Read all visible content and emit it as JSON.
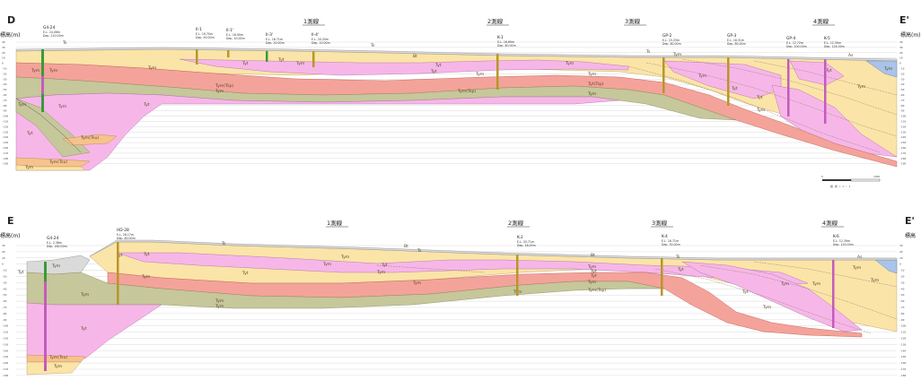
{
  "colors": {
    "yellow": "#fbe4a8",
    "pink": "#f6b7e8",
    "salmon": "#f4a39a",
    "olive": "#c6c79b",
    "gray": "#dadada",
    "blue": "#a9c4e8",
    "orange": "#f6c28d",
    "borehole_gold": "#b8962a",
    "borehole_pink": "#c45bbd",
    "borehole_green": "#3b9a3b"
  },
  "top": {
    "label_left": "D",
    "label_right": "E'",
    "axis_left": "標高(m)",
    "axis_right": "標高(m)",
    "survey_lines": [
      "1測線",
      "2測線",
      "3測線",
      "4測線"
    ],
    "scale_bar": {
      "left": "0",
      "right": "100m",
      "caption": "縦 横 = 1 : 1"
    },
    "boreholes": [
      {
        "name": "G4-24",
        "el": "E.L. 24.06m",
        "dep": "Dep. 210.00m"
      },
      {
        "name": "II-1",
        "el": "E.L. 19.70m",
        "dep": "Dep. 50.00m"
      },
      {
        "name": "II-1'",
        "el": "E.L. 18.90m",
        "dep": "Dep. 10.00m"
      },
      {
        "name": "II-3'",
        "el": "E.L. 16.71m",
        "dep": "Dep. 20.00m"
      },
      {
        "name": "II-4'",
        "el": "E.L. 20.20m",
        "dep": "Dep. 10.00m"
      },
      {
        "name": "K-1",
        "el": "E.L. 16.69m",
        "dep": "Dep. 80.00m"
      },
      {
        "name": "GP-2",
        "el": "E.L. 15.25m",
        "dep": "Dep. 80.00m"
      },
      {
        "name": "GP-3",
        "el": "E.L. 16.31m",
        "dep": "Dep. 80.00m"
      },
      {
        "name": "GP-4",
        "el": "E.L. 12.72m",
        "dep": "Dep. 100.00m"
      },
      {
        "name": "K-5",
        "el": "E.L. 12.30m",
        "dep": "Dep. 124.00m"
      }
    ],
    "geo_labels": [
      "Tym",
      "Tym",
      "Tym",
      "Tym",
      "Tyt",
      "Tyt",
      "Tym",
      "Tyt",
      "Tym(Tsp)",
      "Tym",
      "Tym(Tsp)",
      "Tym",
      "Tyt",
      "Tym",
      "Tyt(Tsp)",
      "Tym",
      "Tyt",
      "Tyt",
      "Tym",
      "Tyt",
      "Tym",
      "Tym",
      "Tym",
      "Tym",
      "Tyt",
      "Tym(Tsu)",
      "Tym(Tsu)",
      "Tym",
      "Tym",
      "Ts",
      "Ts",
      "Ts",
      "Bt",
      "As",
      "Tym",
      "Tyt"
    ],
    "ticks_left": [
      "40",
      "30",
      "20",
      "10",
      "0",
      "-10",
      "-20",
      "-30",
      "-40",
      "-50",
      "-60",
      "-70",
      "-80",
      "-90",
      "-100",
      "-110",
      "-120",
      "-130",
      "-140",
      "-150",
      "-160",
      "-170",
      "-180",
      "-190"
    ],
    "ticks_right": [
      "40",
      "30",
      "20",
      "10",
      "0",
      "-10",
      "-20",
      "-30",
      "-40",
      "-50",
      "-60",
      "-70",
      "-80",
      "-90",
      "-100",
      "-110",
      "-120",
      "-130",
      "-140",
      "-150",
      "-160",
      "-170",
      "-180",
      "-190"
    ]
  },
  "bottom": {
    "label_left": "E",
    "label_right": "E'",
    "axis_left": "標高(m)",
    "axis_right": "標高",
    "survey_lines": [
      "1測線",
      "2測線",
      "3測線",
      "4測線"
    ],
    "boreholes": [
      {
        "name": "G4-24",
        "el": "E.L. 2.38m",
        "dep": "Dep. 160.00m"
      },
      {
        "name": "HD-28",
        "el": "E.L. 26.17m",
        "dep": "Dep. 80.00m"
      },
      {
        "name": "K-2",
        "el": "E.L. 20.71m",
        "dep": "Dep. 18.00m"
      },
      {
        "name": "K-4",
        "el": "E.L. 16.71m",
        "dep": "Dep. 30.00m"
      },
      {
        "name": "K-6",
        "el": "E.L. 12.39m",
        "dep": "Dep. 120.00m"
      }
    ],
    "geo_labels": [
      "Tyt",
      "Tym",
      "Tyt",
      "Tym",
      "Tym",
      "Tym",
      "Tyt",
      "Tym",
      "Tym",
      "Tym",
      "Tyt",
      "Tym",
      "Tym(Tsp)",
      "Tym",
      "Tym",
      "Tym",
      "Tyt",
      "Tym",
      "Tym(Tsu)",
      "Tym",
      "Tym",
      "Tym",
      "Tym",
      "Tyt",
      "Tyt",
      "Tyt",
      "Tyt",
      "Tym",
      "Ts",
      "Ts",
      "Ts",
      "Bt",
      "As",
      "Bt",
      "Tyt",
      "Tym"
    ],
    "ticks_left": [
      "30",
      "20",
      "10",
      "0",
      "-10",
      "-20",
      "-30",
      "-40",
      "-50",
      "-60",
      "-70",
      "-80",
      "-90",
      "-100",
      "-110",
      "-120",
      "-130",
      "-140",
      "-150",
      "-160",
      "-170",
      "-180"
    ],
    "ticks_right": [
      "30",
      "20",
      "10",
      "0",
      "-10",
      "-20",
      "-30",
      "-40",
      "-50",
      "-60",
      "-70",
      "-80",
      "-90",
      "-100",
      "-110",
      "-120",
      "-130",
      "-140",
      "-150",
      "-160",
      "-170",
      "-180"
    ]
  }
}
